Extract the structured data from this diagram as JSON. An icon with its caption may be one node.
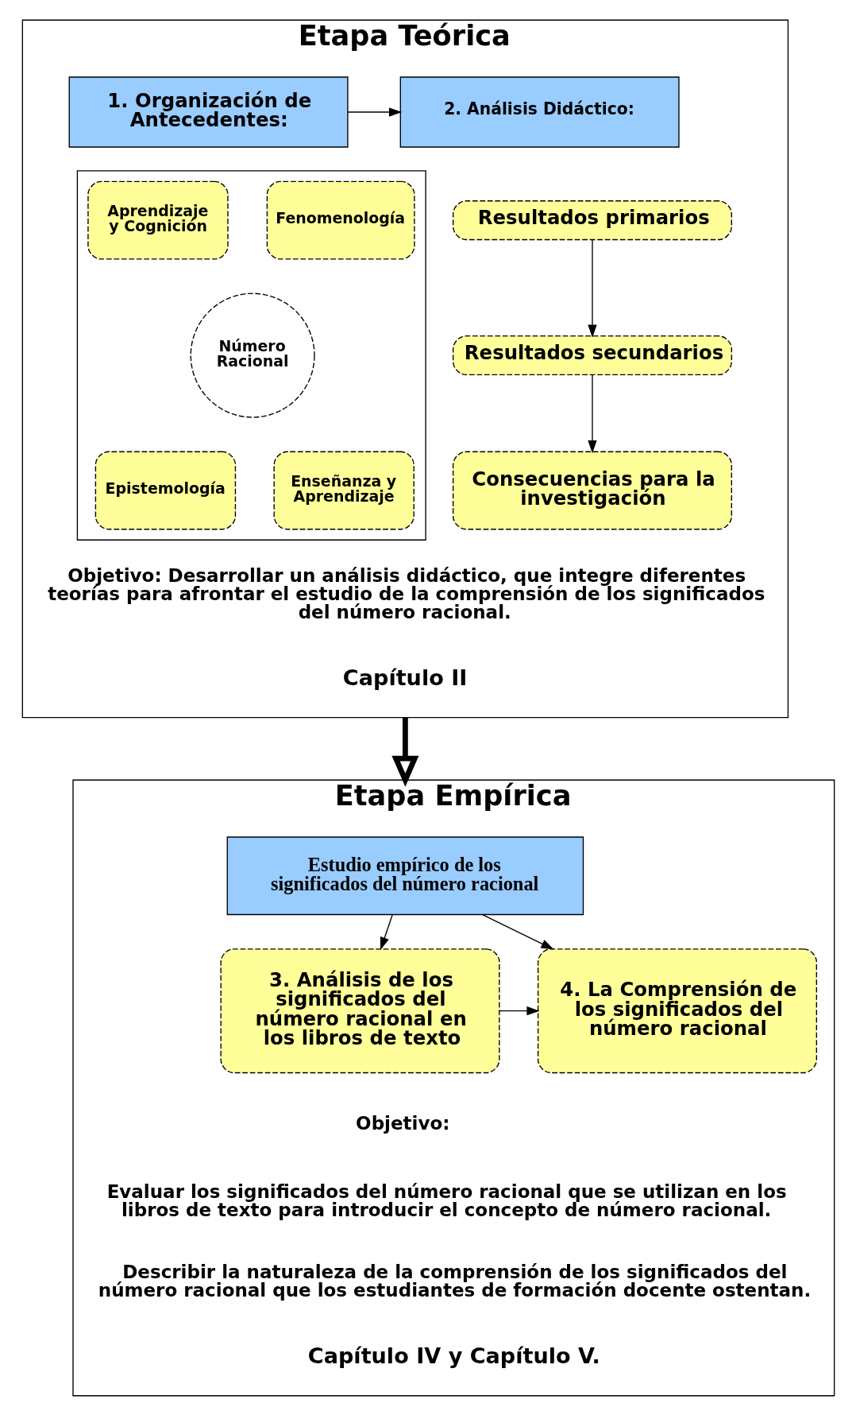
{
  "diagram": {
    "nodes": [
      {
        "text": [
          "Etapa Teórica"
        ]
      },
      {
        "text": [
          "1. Organización de Antecedentes:"
        ],
        "in": 0
      },
      {
        "text": [
          "2. Análisis Didáctico:"
        ],
        "in": 0
      },
      {
        "text": [],
        "shape": "box",
        "in": 0
      },
      {
        "text": [
          "Aprendizaje y Cognición"
        ],
        "in": 3
      },
      {
        "text": [
          "Fenomenología"
        ],
        "in": 3
      },
      {
        "text": [
          "Número Racional"
        ],
        "in": 3
      },
      {
        "text": [
          "Epistemología"
        ],
        "in": 3
      },
      {
        "text": [
          "Enseñanza y Aprendizaje"
        ],
        "in": 3
      },
      {
        "text": [
          "Resultados primarios"
        ],
        "in": 0
      },
      {
        "text": [
          "Resultados secundarios"
        ],
        "in": 0
      },
      {
        "text": [
          "Consecuencias para la investigación"
        ],
        "in": 0
      },
      {
        "text": [
          "Etapa Empírica"
        ]
      },
      {
        "text": [
          "Estudio empírico de los significados del número racional"
        ],
        "in": 12
      },
      {
        "text": [
          "3. Análisis de los significados del número racional en los libros de texto"
        ],
        "in": 12
      },
      {
        "text": [
          "4. La Comprensión de los significados del número racional"
        ],
        "in": 12
      }
    ],
    "edges": [
      {
        "from": 1,
        "to": 2,
        "arrow": "to"
      },
      {
        "from": 9,
        "to": 10,
        "arrow": "to"
      },
      {
        "from": 10,
        "to": 11,
        "arrow": "to"
      },
      {
        "from": 0,
        "to": 12,
        "arrow": "to",
        "style": "thick"
      },
      {
        "from": 13,
        "to": 14,
        "arrow": "to"
      },
      {
        "from": 13,
        "to": 15,
        "arrow": "to"
      },
      {
        "from": 14,
        "to": 15,
        "arrow": "to"
      }
    ],
    "labels": [
      "Objetivo: Desarrollar un análisis didáctico, que integre diferentes teorías para afrontar el estudio de la comprensión de los significados del número racional.",
      "Capítulo II",
      "Objetivo:",
      "Evaluar los significados del número racional que se utilizan en los libros de texto para introducir el concepto de número racional.",
      "Describir la naturaleza de la comprensión de los significados del número racional que los estudiantes de formación docente ostentan.",
      "Capítulo IV y Capítulo V."
    ]
  }
}
